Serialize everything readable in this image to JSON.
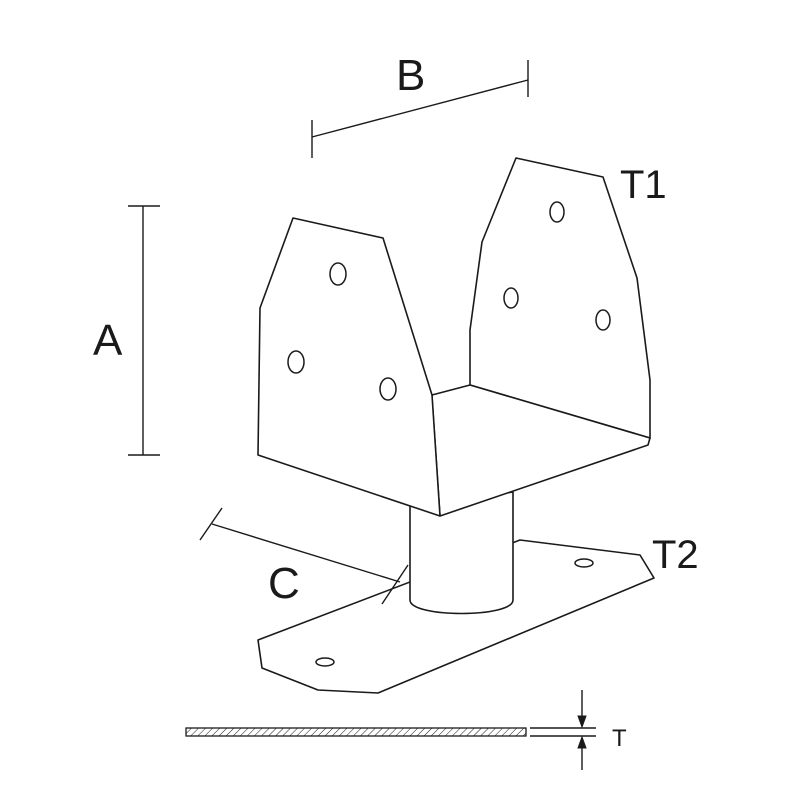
{
  "labels": {
    "a": "A",
    "b": "B",
    "c": "C",
    "t1": "T1",
    "t2": "T2",
    "t": "T"
  },
  "icon": "post-base-bracket-drawing",
  "colors": {
    "line": "#1a1a1a",
    "background": "#ffffff"
  }
}
